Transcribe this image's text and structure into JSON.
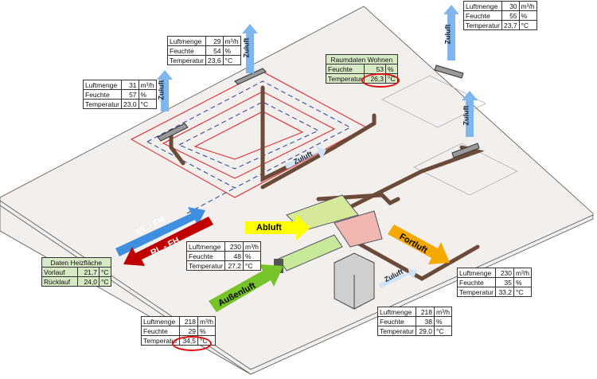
{
  "labels": {
    "zuluft": "Zuluft",
    "abluft": "Abluft",
    "fortluft": "Fortluft",
    "aussenluft": "Außenluft",
    "vl_fh": "VL - FH",
    "rl_fh": "RL - FH"
  },
  "row_labels": {
    "luftmenge": "Luftmenge",
    "feuchte": "Feuchte",
    "temperatur": "Temperatur",
    "vorlauf": "Vorlauf",
    "ruecklauf": "Rücklauf"
  },
  "units": {
    "flow": "m³/h",
    "hum": "%",
    "temp": "°C"
  },
  "supply_1": {
    "luftmenge": "31",
    "feuchte": "57",
    "temperatur": "23,0"
  },
  "supply_2": {
    "luftmenge": "29",
    "feuchte": "54",
    "temperatur": "23,6"
  },
  "supply_3": {
    "luftmenge": "30",
    "feuchte": "55",
    "temperatur": "23,7"
  },
  "room": {
    "title": "Raumdaten Wohnen",
    "feuchte": "53",
    "temperatur": "26,3"
  },
  "heating": {
    "title": "Daten Heizfläche",
    "vorlauf": "21,7",
    "ruecklauf": "24,0"
  },
  "extract": {
    "luftmenge": "230",
    "feuchte": "48",
    "temperatur": "27,2"
  },
  "outdoor": {
    "luftmenge": "218",
    "feuchte": "29",
    "temperatur": "34,5"
  },
  "exhaust": {
    "luftmenge": "230",
    "feuchte": "35",
    "temperatur": "33,2"
  },
  "supply_main": {
    "luftmenge": "218",
    "feuchte": "38",
    "temperatur": "29,0"
  },
  "colors": {
    "zuluft": "#7fb6ee",
    "vl": "#3f8fe0",
    "rl": "#c00000",
    "abluft": "#ffff00",
    "fortluft": "#f5a800",
    "aussenluft": "#77c32a",
    "highlight": "#e01010"
  }
}
